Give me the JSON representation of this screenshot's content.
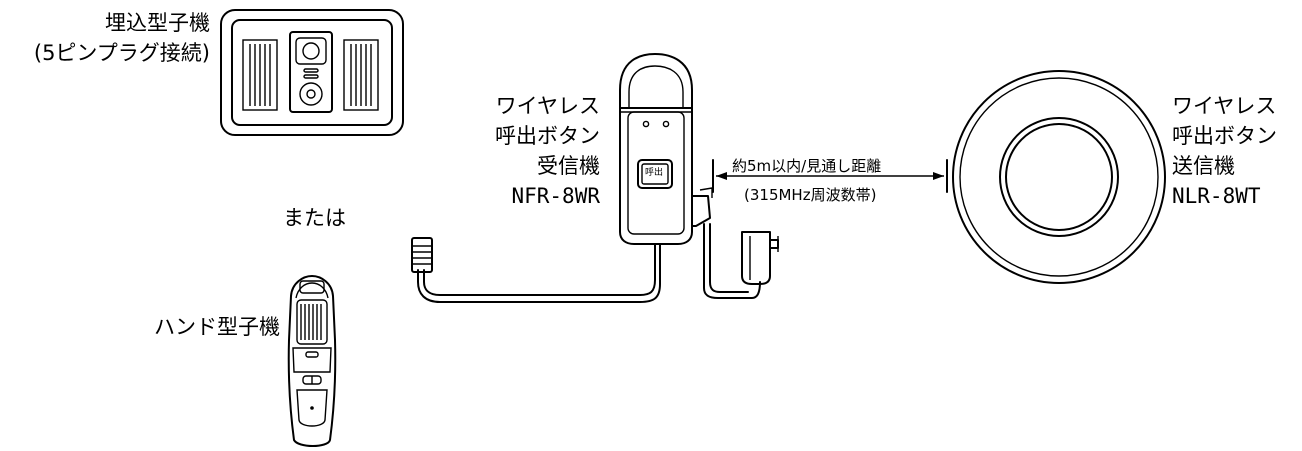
{
  "flush_unit": {
    "name": "埋込型子機",
    "note": "(5ピンプラグ接続)"
  },
  "or_text": "または",
  "hand_unit": {
    "name": "ハンド型子機"
  },
  "receiver": {
    "line1": "ワイヤレス",
    "line2": "呼出ボタン",
    "line3": "受信機",
    "model": "NFR-8WR",
    "button_label": "呼出"
  },
  "range": {
    "distance": "約5m以内/見通し距離",
    "band": "(315MHz周波数帯)"
  },
  "transmitter": {
    "line1": "ワイヤレス",
    "line2": "呼出ボタン",
    "line3": "送信機",
    "model": "NLR-8WT"
  }
}
